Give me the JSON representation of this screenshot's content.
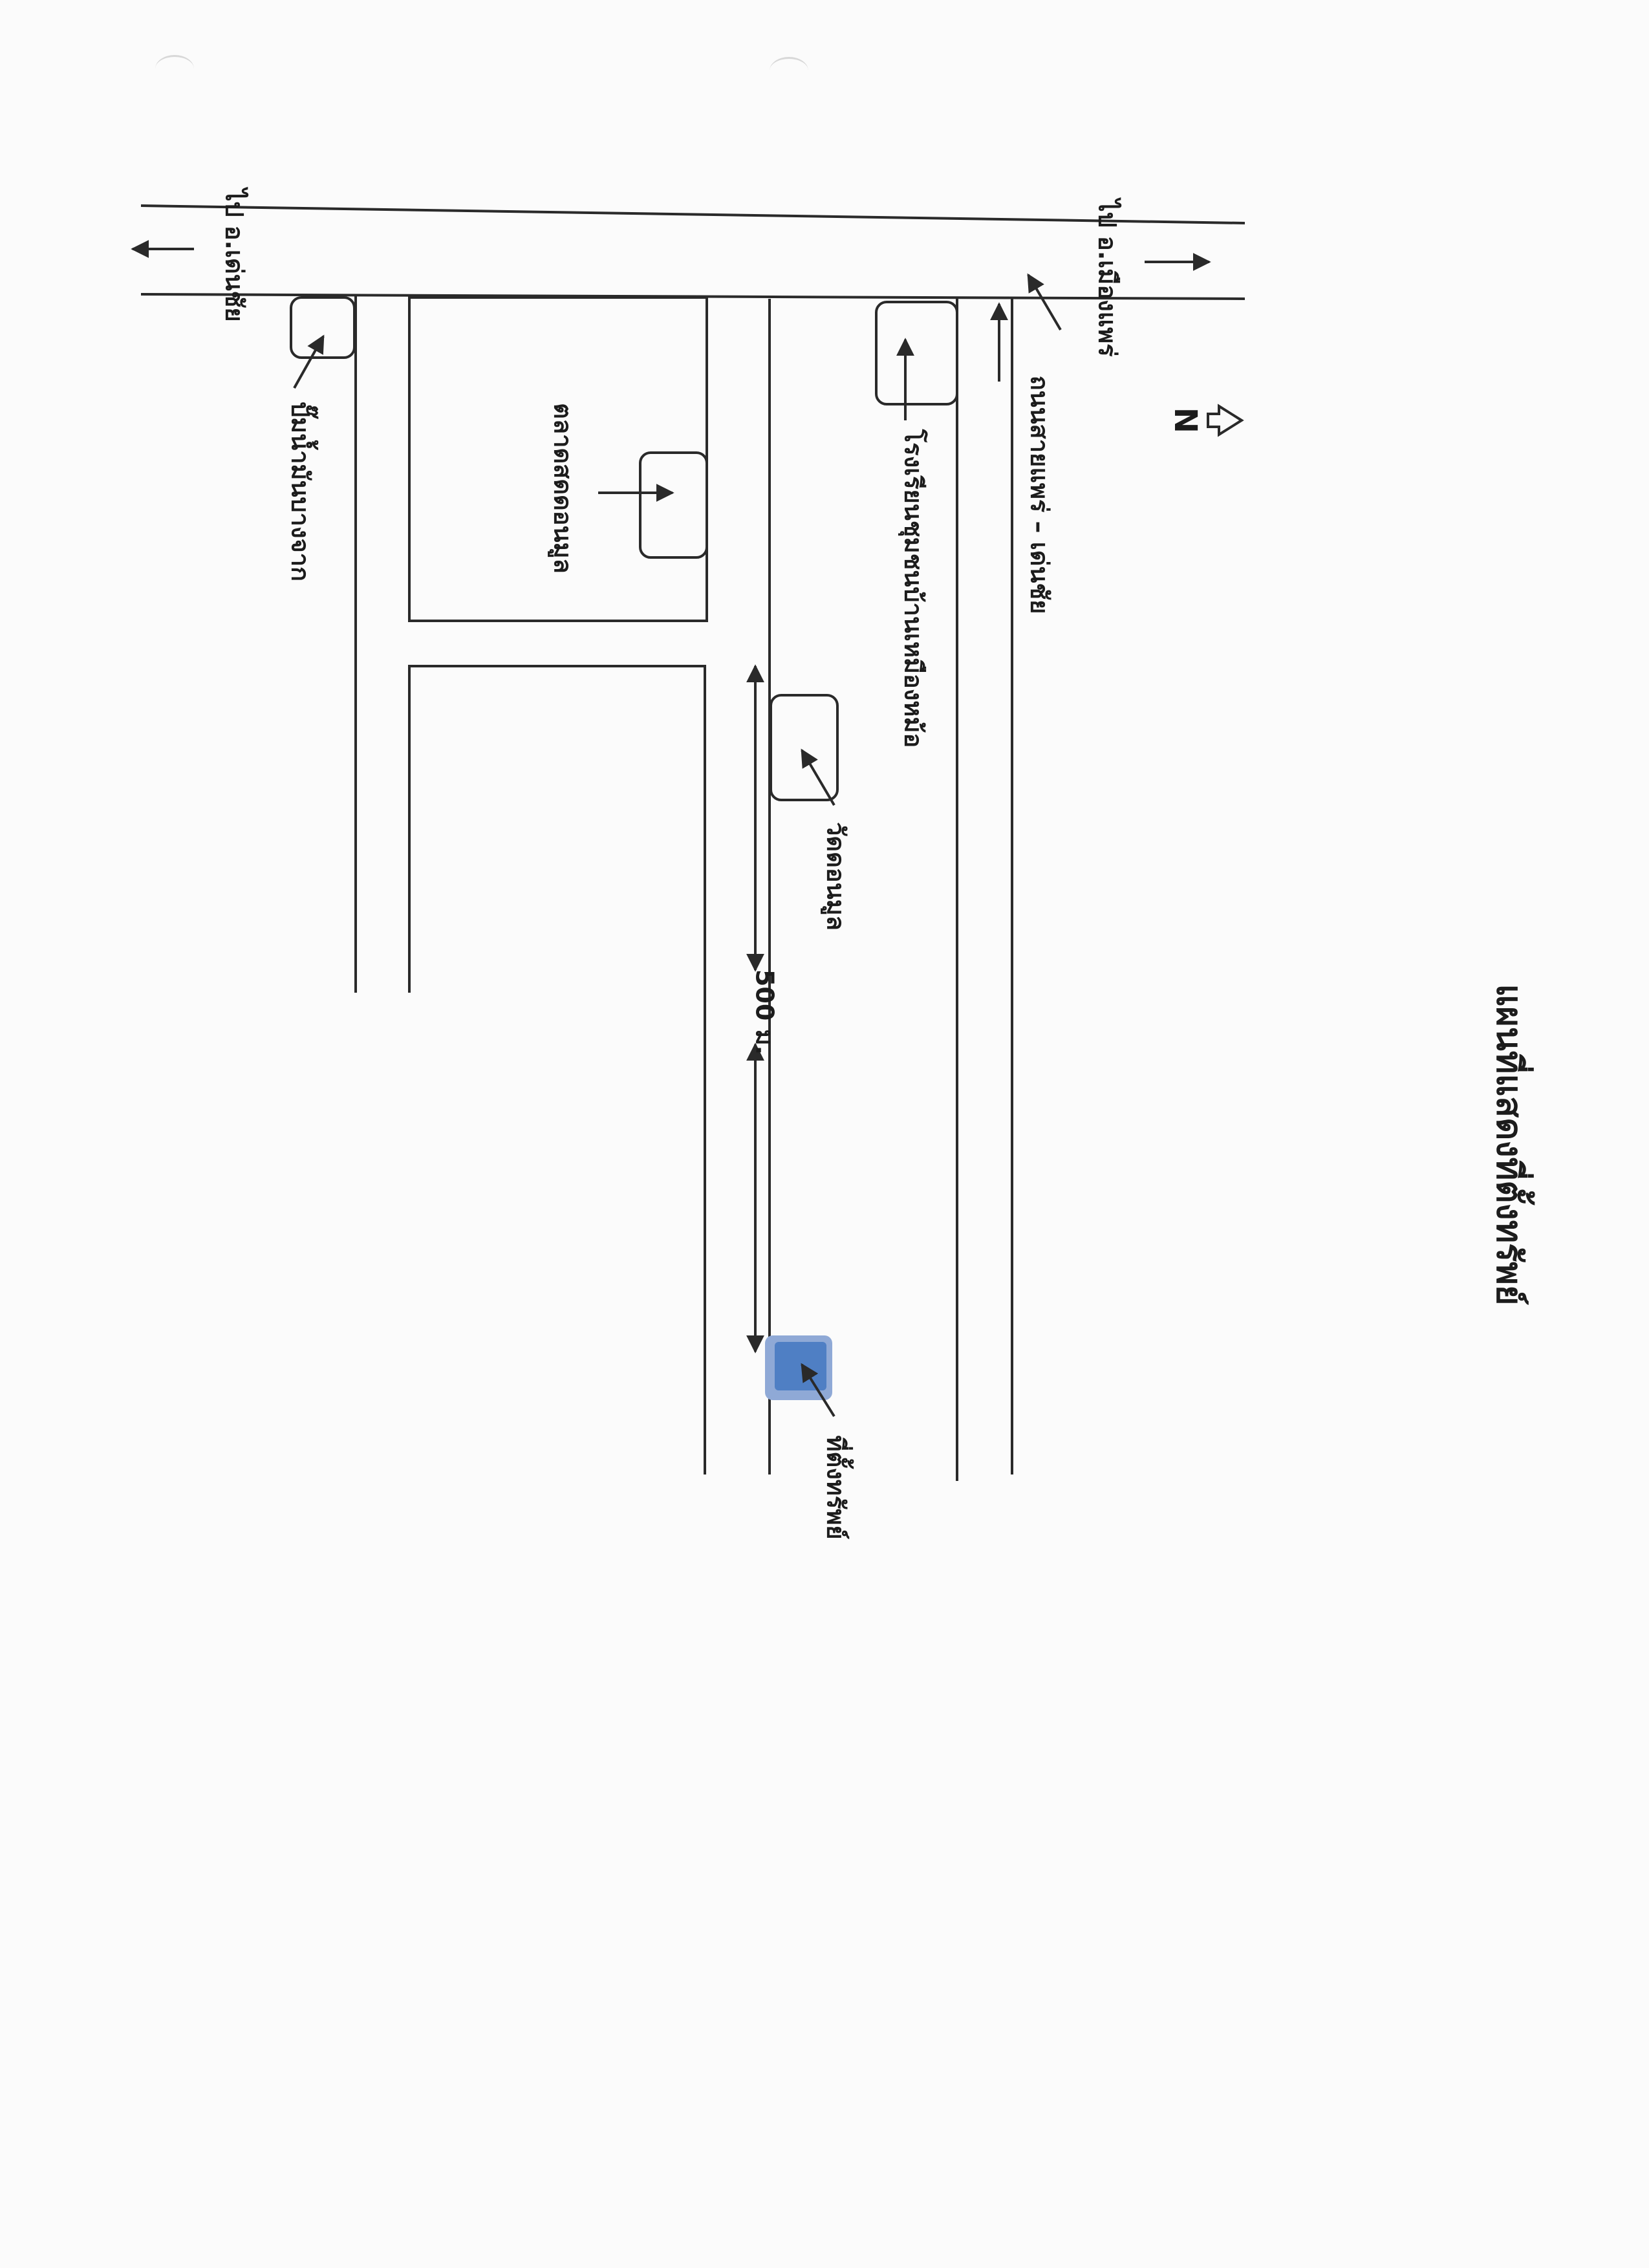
{
  "title": "แผนที่แสดงที่ตั้งทรัพย์",
  "north": "N",
  "labels": {
    "to_mueang_phrae": "ไป อ.เมืองแพร่",
    "to_den_chai": "ไป อ.เด่นชัย",
    "main_road": "ถนนสายแพร่ – เด่นชัย",
    "school": "โรงเรียนชุมชนบ้านเหมืองหม้อ",
    "gas_station": "ปั๊มน้ำมันบางจาก",
    "market": "ตลาดสดดอนมูล",
    "temple": "วัดดอนมูล",
    "distance": "500 ม.",
    "property": "ที่ตั้งทรัพย์"
  },
  "colors": {
    "line": "#2a2a2a",
    "property": "#4f7fc4",
    "property_border": "#8fa9d6"
  }
}
